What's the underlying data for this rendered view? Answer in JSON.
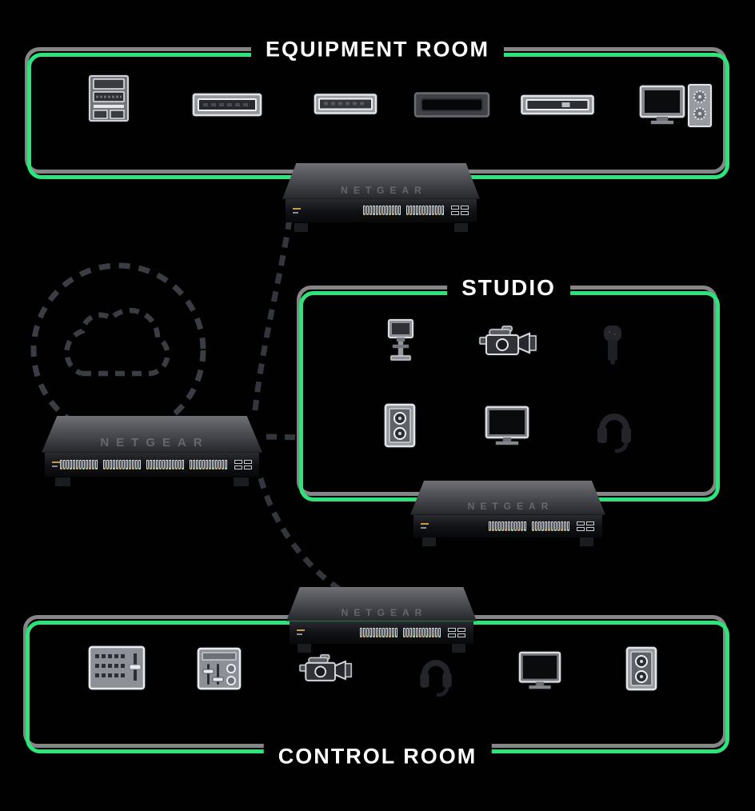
{
  "page": {
    "background": "#010101"
  },
  "palette": {
    "accent_green": "#2de47a",
    "border_shadow_gray": "#9e9e9e",
    "dashed_line_gray": "#34363d",
    "title_white": "#ffffff"
  },
  "rooms": {
    "equipment_room": {
      "title": "EQUIPMENT ROOM",
      "devices": [
        "server-rack",
        "rack-unit",
        "rack-unit",
        "rack-unit-dark",
        "rack-unit",
        "monitor-and-speaker"
      ]
    },
    "studio": {
      "title": "STUDIO",
      "devices": [
        "teleprompter",
        "video-camera",
        "wireless-microphone",
        "studio-speaker",
        "monitor",
        "headset"
      ]
    },
    "control_room": {
      "title": "CONTROL ROOM",
      "devices": [
        "video-switcher",
        "audio-mixer",
        "video-camera",
        "headset",
        "monitor",
        "speaker"
      ]
    }
  },
  "switches": {
    "equipment": {
      "brand": "NETGEAR",
      "ports": 24,
      "sfp": 4
    },
    "core": {
      "brand": "NETGEAR",
      "ports": 48,
      "sfp": 4
    },
    "studio": {
      "brand": "NETGEAR",
      "ports": 24,
      "sfp": 4
    },
    "control": {
      "brand": "NETGEAR",
      "ports": 24,
      "sfp": 4
    }
  },
  "cloud": {
    "icon": "cloud"
  },
  "links": [
    "equipment-switch-to-core-switch",
    "core-switch-to-studio",
    "core-switch-to-control-switch"
  ]
}
